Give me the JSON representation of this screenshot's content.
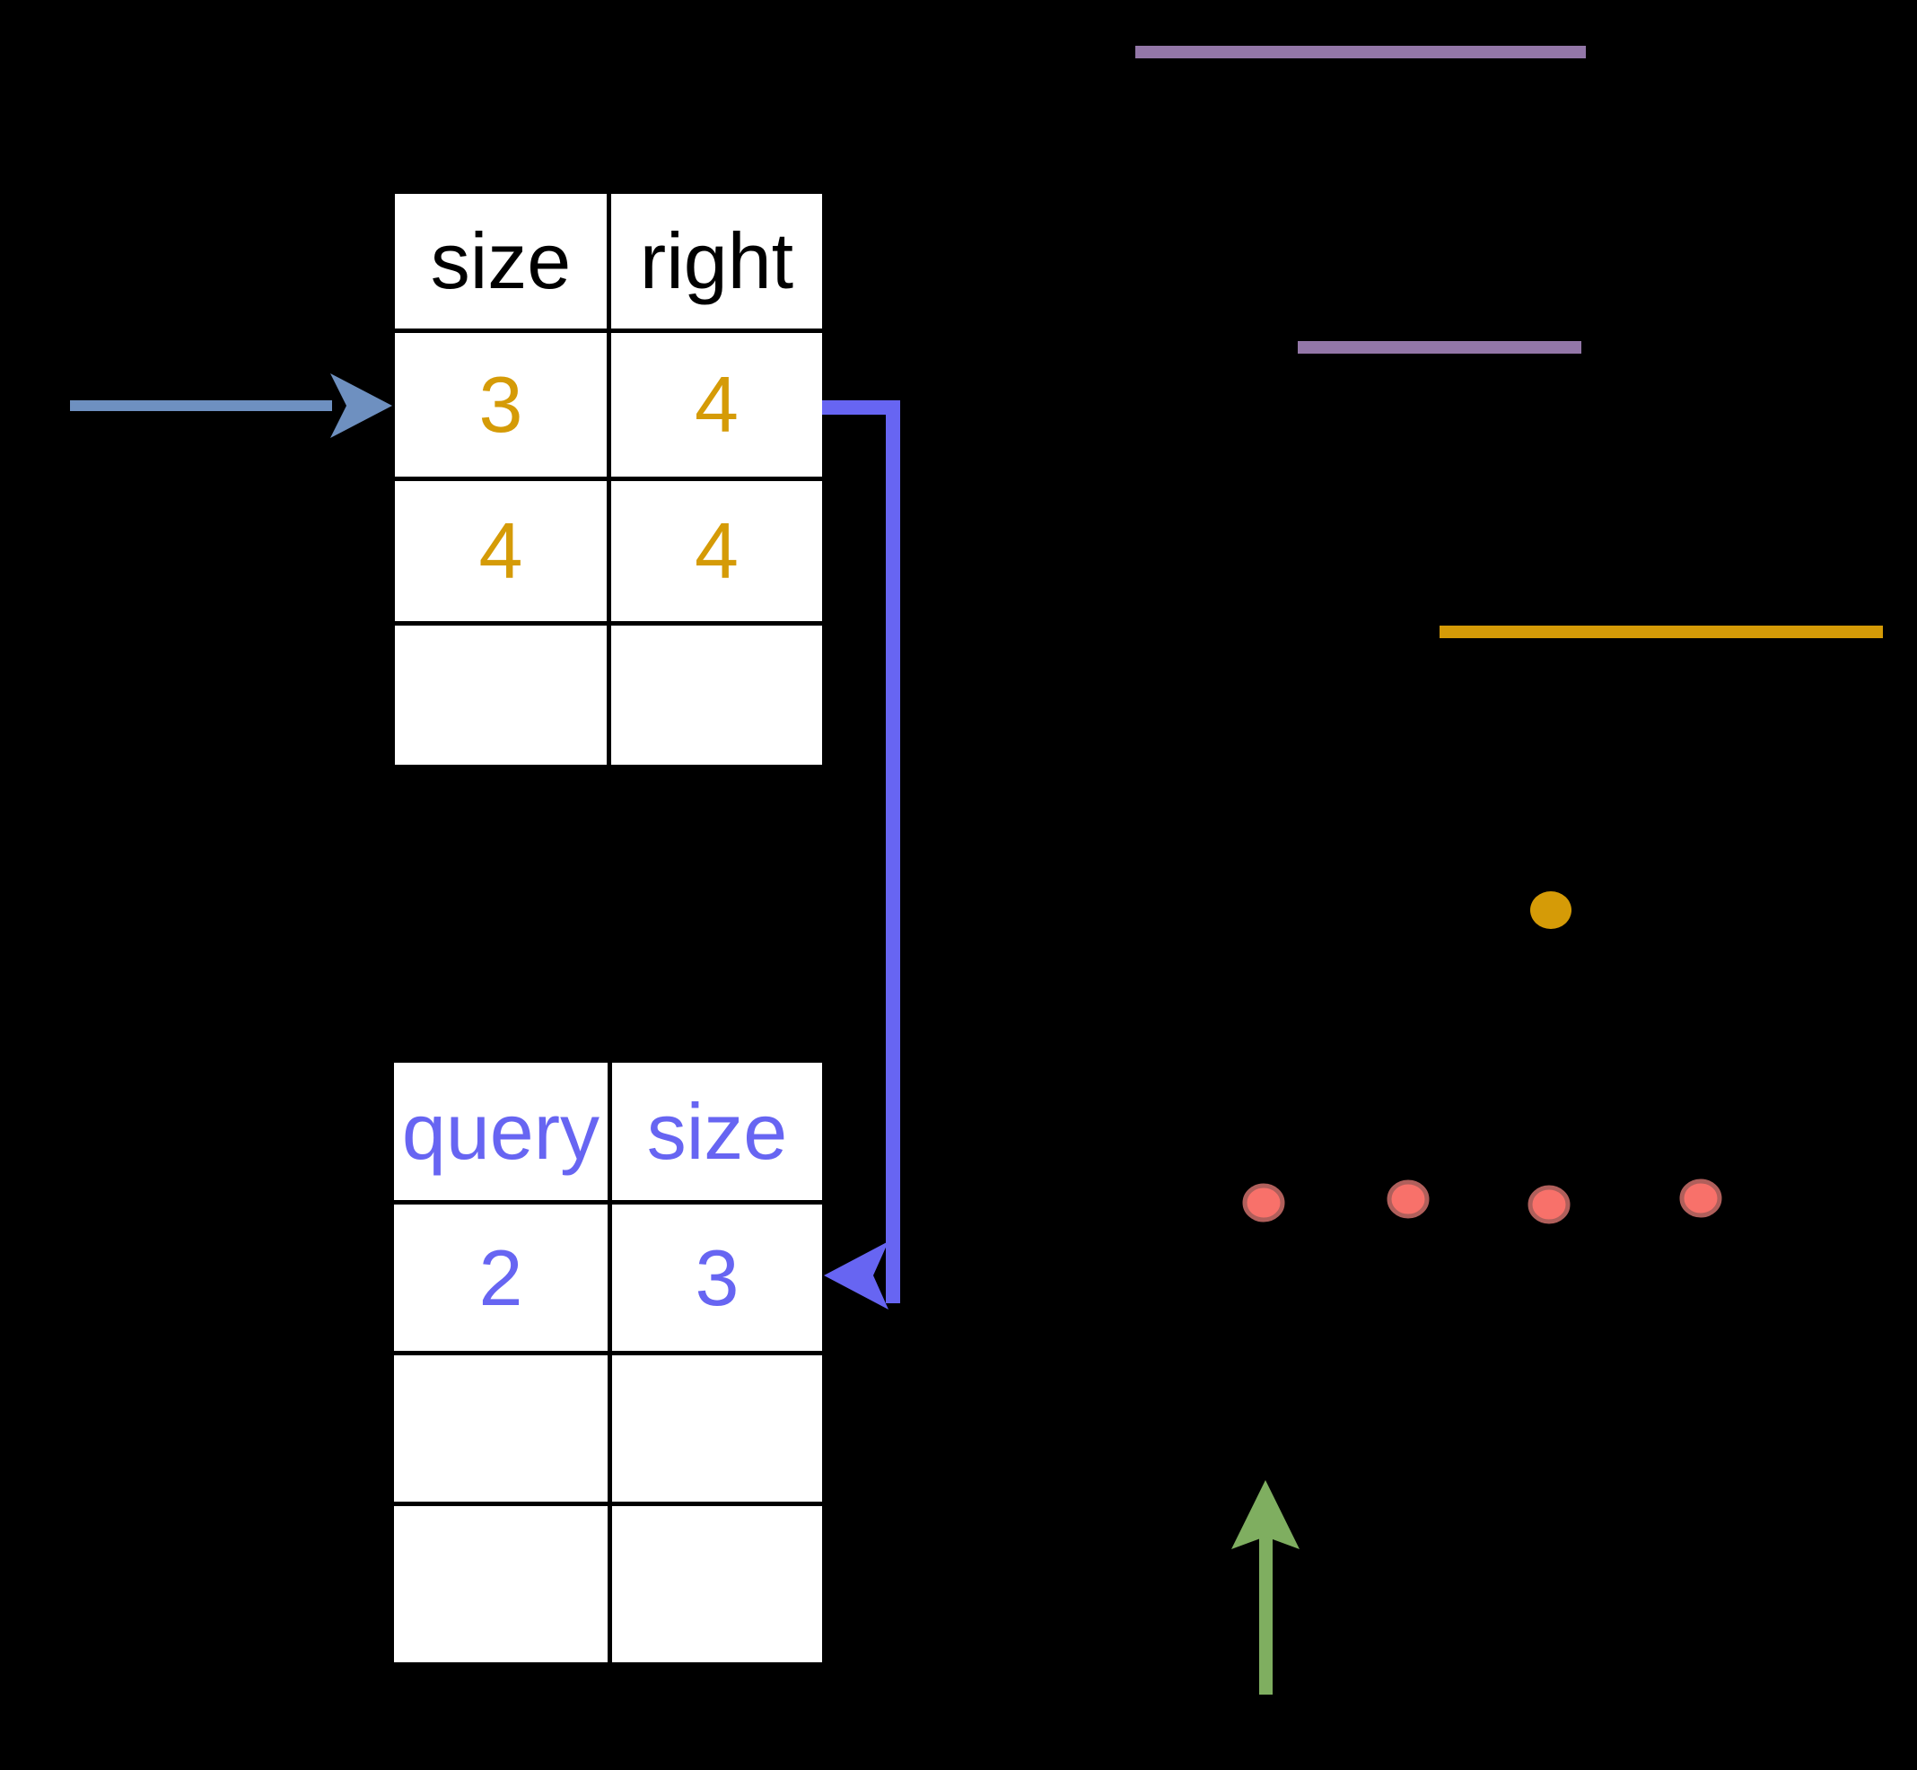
{
  "colors": {
    "gold": "#D59B07",
    "purple": "#9377A8",
    "periwinkle": "#6765F2",
    "steelblue": "#6E90C0",
    "green": "#7FAE60",
    "red-fill": "#F8716A",
    "red-stroke": "#B05F5B",
    "table-bg": "#FFFFFF",
    "background": "#000000"
  },
  "table_size_right": {
    "headers": [
      "size",
      "right"
    ],
    "rows": [
      [
        "3",
        "4"
      ],
      [
        "4",
        "4"
      ],
      [
        "",
        ""
      ]
    ]
  },
  "table_query_size": {
    "headers": [
      "query",
      "size"
    ],
    "rows": [
      [
        "2",
        "3"
      ],
      [
        "",
        ""
      ],
      [
        "",
        ""
      ]
    ]
  },
  "annotations": {
    "blue_arrow": "pointer-to-first-row",
    "periwinkle_arrow": "link-from-right-4-cell-to-size-3-cell",
    "green_arrow": "pointer-to-first-leaf-dot",
    "purple_bar_top": "highlight-bar",
    "purple_bar_mid": "highlight-bar",
    "gold_bar": "highlight-bar",
    "gold_dot": "tree-parent-node",
    "red_dots_count": "4"
  }
}
